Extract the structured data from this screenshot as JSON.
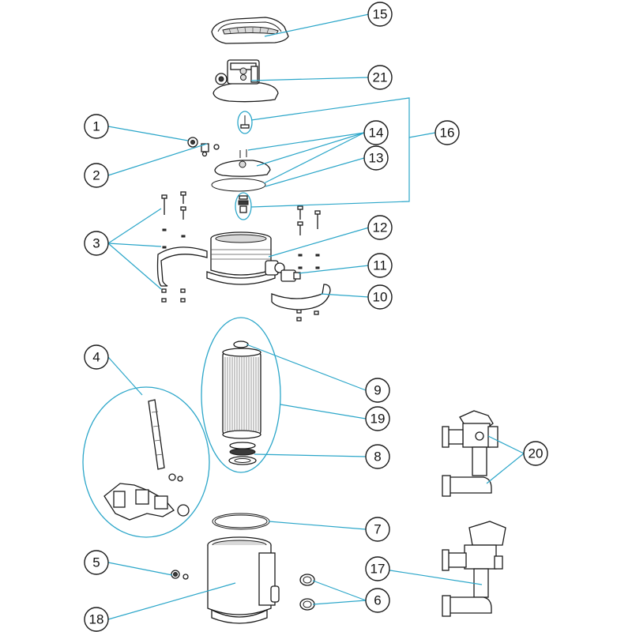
{
  "colors": {
    "leader": "#2ba6c9",
    "outline": "#1a1a1a"
  },
  "callouts": [
    {
      "id": "c15",
      "label": "15"
    },
    {
      "id": "c21",
      "label": "21"
    },
    {
      "id": "c1",
      "label": "1"
    },
    {
      "id": "c16",
      "label": "16"
    },
    {
      "id": "c14",
      "label": "14"
    },
    {
      "id": "c2",
      "label": "2"
    },
    {
      "id": "c13",
      "label": "13"
    },
    {
      "id": "c12",
      "label": "12"
    },
    {
      "id": "c3",
      "label": "3"
    },
    {
      "id": "c11",
      "label": "11"
    },
    {
      "id": "c10",
      "label": "10"
    },
    {
      "id": "c4",
      "label": "4"
    },
    {
      "id": "c9",
      "label": "9"
    },
    {
      "id": "c19",
      "label": "19"
    },
    {
      "id": "c20",
      "label": "20"
    },
    {
      "id": "c8",
      "label": "8"
    },
    {
      "id": "c7",
      "label": "7"
    },
    {
      "id": "c5",
      "label": "5"
    },
    {
      "id": "c17",
      "label": "17"
    },
    {
      "id": "c6",
      "label": "6"
    },
    {
      "id": "c18",
      "label": "18"
    }
  ]
}
